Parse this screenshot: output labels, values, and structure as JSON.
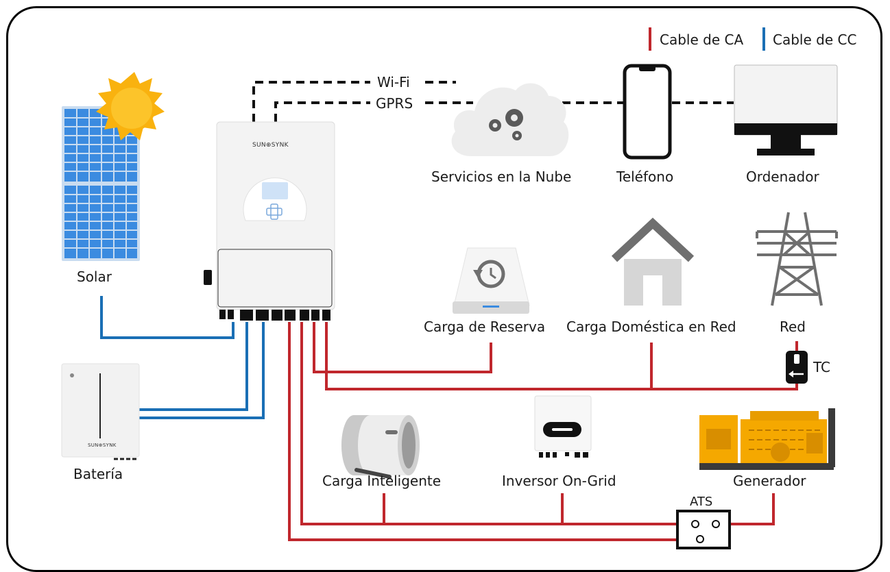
{
  "legend": {
    "ac_label": "Cable de CA",
    "dc_label": "Cable de CC",
    "ac_color": "#c0272d",
    "dc_color": "#1a6fb5"
  },
  "connections": {
    "wifi_label": "Wi-Fi",
    "gprs_label": "GPRS"
  },
  "inverter": {
    "brand": "SUN⊕SYNK"
  },
  "battery": {
    "brand": "SUN⊕SYNK"
  },
  "components": {
    "solar": "Solar",
    "battery": "Batería",
    "cloud": "Servicios en la Nube",
    "phone": "Teléfono",
    "computer": "Ordenador",
    "backup_load": "Carga de Reserva",
    "home_load": "Carga Doméstica en Red",
    "grid": "Red",
    "ct": "TC",
    "smart_load": "Carga Inteligente",
    "ongrid_inverter": "Inversor On-Grid",
    "generator": "Generador",
    "ats": "ATS"
  },
  "colors": {
    "solar_panel": "#3b8be0",
    "sun": "#f9b20f",
    "generator": "#f5a800",
    "icon_gray": "#6f6f6f"
  }
}
